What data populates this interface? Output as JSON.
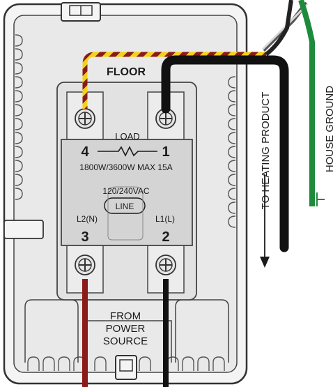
{
  "labels": {
    "floor": "FLOOR",
    "load": "LOAD",
    "rating": "1800W/3600W MAX 15A",
    "voltage": "120/240VAC",
    "line": "LINE",
    "l2n": "L2(N)",
    "l1l": "L1(L)",
    "from_power_source": [
      "FROM",
      "POWER",
      "SOURCE"
    ],
    "to_heating_product": "TO HEATING PRODUCT",
    "house_ground": "HOUSE GROUND"
  },
  "terminals": {
    "t1": "1",
    "t2": "2",
    "t3": "3",
    "t4": "4"
  },
  "colors": {
    "hot_black": "#111111",
    "hot_red": "#8b1a1a",
    "sensor_yellow": "#f2d21b",
    "ground_green": "#1e8a3c",
    "housing_fill": "#efefef",
    "terminal_block": "#d4d4d4"
  }
}
